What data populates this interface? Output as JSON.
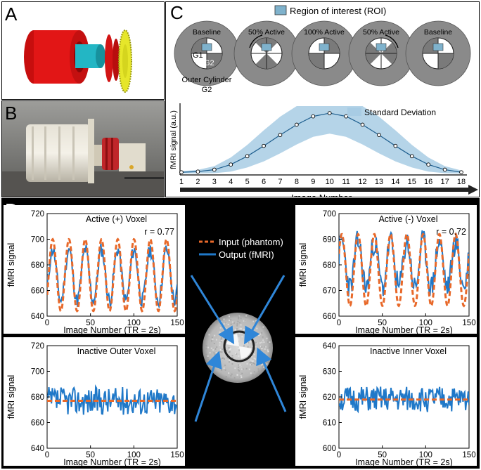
{
  "panel_labels": {
    "a": "A",
    "b": "B",
    "c": "C",
    "d": "D"
  },
  "panel_c": {
    "roi_legend": "Region of interest (ROI)",
    "states": [
      "Baseline",
      "50% Active",
      "100% Active",
      "50% Active",
      "Baseline"
    ],
    "g1_label": "G1",
    "g2_label": "G2",
    "outer_cylinder_label": "Outer Cylinder",
    "outer_cylinder_sub": "G2",
    "colors": {
      "outer": "#8a8a8a",
      "dark": "#7a7a7a",
      "roi": "#7fb2cc"
    }
  },
  "chart_data": [
    {
      "type": "line",
      "title": "",
      "xlabel": "Image Number",
      "ylabel": "fMRI signal (a.u.)",
      "legend": "Standard Deviation",
      "x": [
        1,
        2,
        3,
        4,
        5,
        6,
        7,
        8,
        9,
        10,
        11,
        12,
        13,
        14,
        15,
        16,
        17,
        18
      ],
      "ticks": [
        1,
        2,
        3,
        4,
        5,
        6,
        7,
        8,
        9,
        10,
        11,
        12,
        13,
        14,
        15,
        16,
        17,
        18
      ],
      "series": [
        {
          "values": [
            0.02,
            0.03,
            0.06,
            0.14,
            0.27,
            0.43,
            0.6,
            0.76,
            0.89,
            0.94,
            0.89,
            0.76,
            0.6,
            0.43,
            0.27,
            0.14,
            0.06,
            0.02
          ]
        }
      ],
      "band_half_width": [
        0.03,
        0.05,
        0.1,
        0.2,
        0.32,
        0.44,
        0.52,
        0.56,
        0.58,
        0.58,
        0.58,
        0.56,
        0.52,
        0.44,
        0.32,
        0.2,
        0.1,
        0.05
      ],
      "ylim": [
        0,
        1.05
      ],
      "band_color": "#a8cce4",
      "line_color": "#1f5f8f"
    },
    {
      "type": "line",
      "title": "Active (+) Voxel",
      "annotation": "r = 0.77",
      "xlabel": "Image Number (TR = 2s)",
      "ylabel": "fMRI signal",
      "xlim": [
        0,
        150
      ],
      "ylim": [
        640,
        720
      ],
      "xticks": [
        0,
        50,
        100,
        150
      ],
      "yticks": [
        640,
        660,
        680,
        700,
        720
      ],
      "input": {
        "offset": 672,
        "amp": 28,
        "period": 18.75,
        "phase": 1.75
      },
      "output": {
        "offset": 672,
        "amp": 20,
        "period": 18.75,
        "phase": 1.75,
        "noise": 6
      }
    },
    {
      "type": "line",
      "title": "Active (-) Voxel",
      "annotation": "r = 0.72",
      "xlabel": "Image Number (TR = 2s)",
      "ylabel": "fMRI signal",
      "xlim": [
        0,
        150
      ],
      "ylim": [
        660,
        700
      ],
      "xticks": [
        0,
        50,
        100,
        150
      ],
      "yticks": [
        660,
        670,
        680,
        690,
        700
      ],
      "input": {
        "offset": 678,
        "amp": 14,
        "period": 18.75,
        "phase": -1.4
      },
      "output": {
        "offset": 680,
        "amp": 9,
        "period": 18.75,
        "phase": -1.4,
        "noise": 5
      }
    },
    {
      "type": "line",
      "title": "Inactive Outer Voxel",
      "xlabel": "Image Number (TR = 2s)",
      "ylabel": "fMRI signal",
      "xlim": [
        0,
        150
      ],
      "ylim": [
        640,
        720
      ],
      "xticks": [
        0,
        50,
        100,
        150
      ],
      "yticks": [
        640,
        660,
        680,
        700,
        720
      ],
      "input": {
        "offset": 677,
        "amp": 0,
        "period": 18.75,
        "phase": 0
      },
      "output": {
        "offset": 677,
        "amp": 0,
        "period": 18.75,
        "phase": 0,
        "noise": 11
      }
    },
    {
      "type": "line",
      "title": "Inactive Inner Voxel",
      "xlabel": "Image Number (TR = 2s)",
      "ylabel": "fMRI signal",
      "xlim": [
        0,
        150
      ],
      "ylim": [
        600,
        640
      ],
      "xticks": [
        0,
        50,
        100,
        150
      ],
      "yticks": [
        600,
        610,
        620,
        630,
        640
      ],
      "input": {
        "offset": 619,
        "amp": 0,
        "period": 18.75,
        "phase": 0
      },
      "output": {
        "offset": 619,
        "amp": 0,
        "period": 18.75,
        "phase": 0,
        "noise": 5
      }
    }
  ],
  "panel_d": {
    "legend_input": "Input (phantom)",
    "legend_output": "Output (fMRI)",
    "input_color": "#e8692a",
    "output_color": "#1f78c8",
    "arrow_color": "#2f86d8"
  }
}
